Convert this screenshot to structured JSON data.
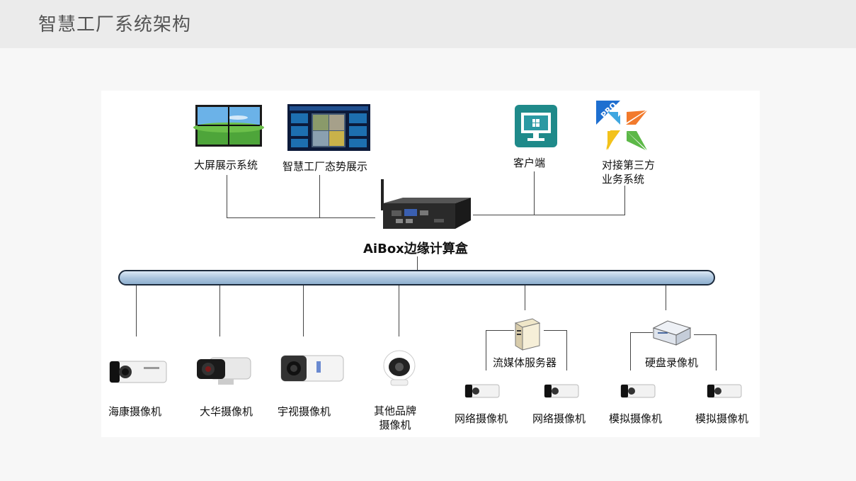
{
  "page": {
    "title": "智慧工厂系统架构"
  },
  "top_nodes": {
    "big_screen": "大屏展示系统",
    "situation": "智慧工厂态势展示",
    "client": "客户端",
    "third_party_line1": "对接第三方",
    "third_party_line2": "业务系统",
    "pro_badge": "PRO"
  },
  "center": {
    "aibox": "AiBox边缘计算盒"
  },
  "cameras": {
    "hikvision": "海康摄像机",
    "dahua": "大华摄像机",
    "uniview": "宇视摄像机",
    "other_line1": "其他品牌",
    "other_line2": "摄像机"
  },
  "servers": {
    "streaming": "流媒体服务器",
    "nvr": "硬盘录像机"
  },
  "sub_cameras": {
    "net1": "网络摄像机",
    "net2": "网络摄像机",
    "analog1": "模拟摄像机",
    "analog2": "模拟摄像机"
  },
  "colors": {
    "hub_fill": "#a9c3dd",
    "hub_border": "#1d2b3d",
    "line": "#444444",
    "header_bg": "#ebebeb"
  },
  "icons": [
    "video-wall-icon",
    "dashboard-screen-icon",
    "windows-client-icon",
    "pro-integration-icon",
    "aibox-device-icon",
    "bullet-camera-icon",
    "dome-camera-icon",
    "server-icon",
    "nvr-icon"
  ]
}
